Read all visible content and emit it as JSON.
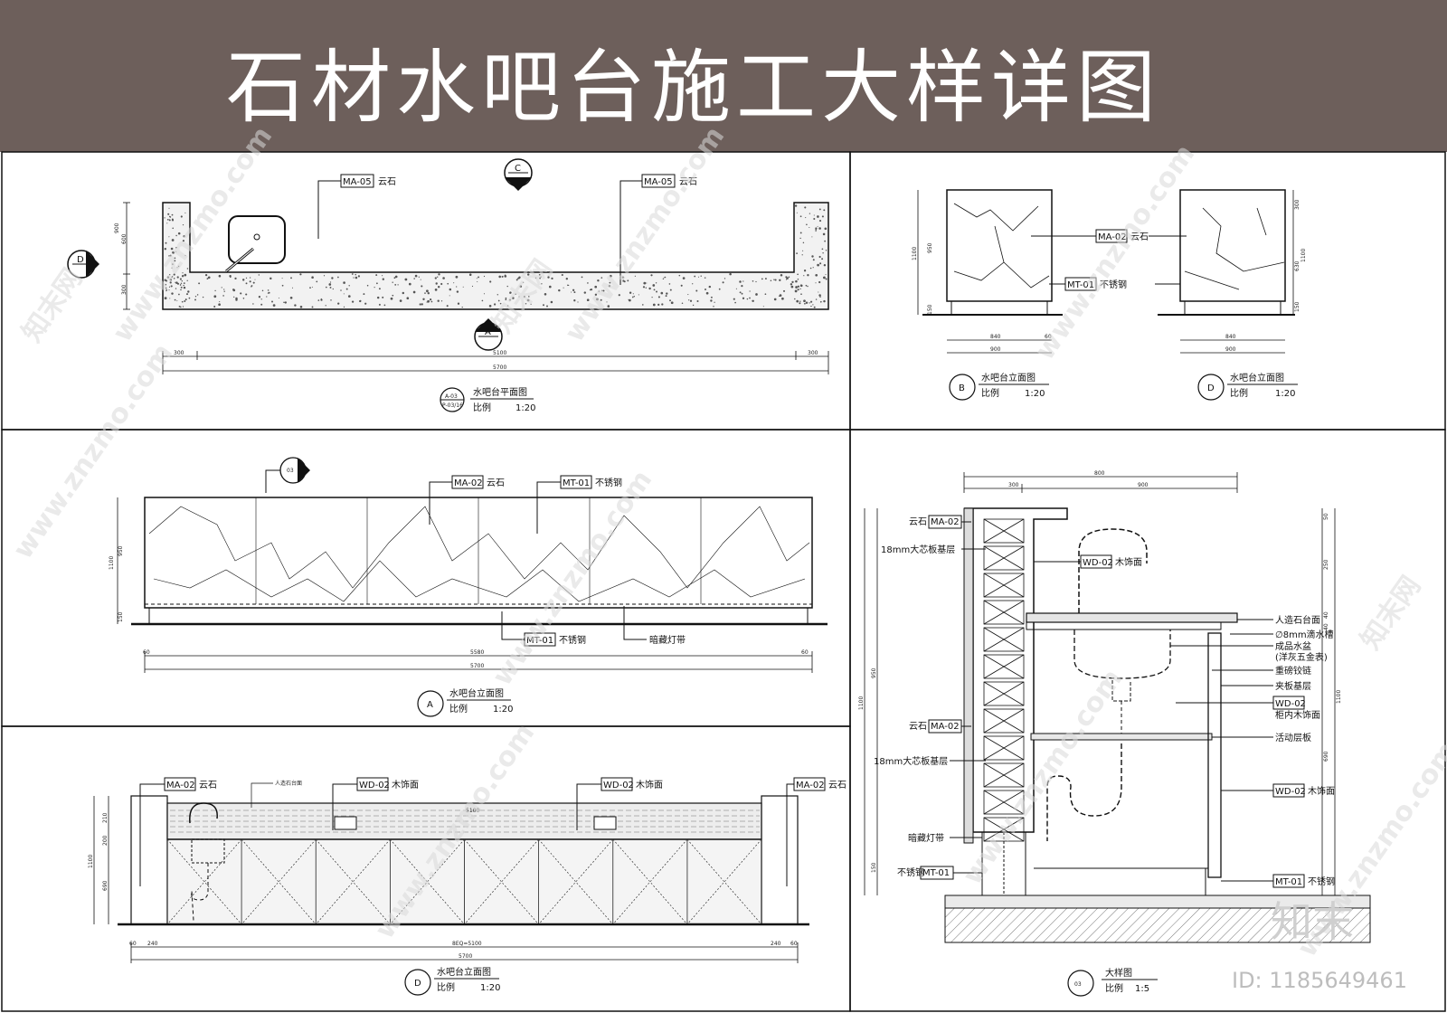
{
  "page_title": "石材水吧台施工大样详图",
  "panels": {
    "plan": {
      "title": "水吧台平面图",
      "scale_label": "比例",
      "scale": "1:20",
      "ref_top": "A-03",
      "ref_bottom": "P-03/16",
      "tags": [
        {
          "code": "MA-05",
          "text": "云石"
        },
        {
          "code": "MA-05",
          "text": "云石"
        }
      ],
      "markers": [
        "C",
        "D",
        "A"
      ],
      "dims_bottom": [
        "300",
        "5100",
        "300"
      ],
      "dims_total": "5700",
      "dims_left": [
        "900",
        "600",
        "300"
      ]
    },
    "side": {
      "views": [
        {
          "marker": "B",
          "title": "水吧台立面图",
          "scale_label": "比例",
          "scale": "1:20",
          "dims_bottom": [
            "840",
            "60"
          ],
          "dims_total": "900",
          "dims_left": [
            "1100",
            "950",
            "150"
          ]
        },
        {
          "marker": "D",
          "title": "水吧台立面图",
          "scale_label": "比例",
          "scale": "1:20",
          "dims_bottom": [
            "840"
          ],
          "dims_total": "900",
          "dims_right": [
            "300",
            "1100",
            "630",
            "150"
          ]
        }
      ],
      "tags": [
        {
          "code": "MA-02",
          "text": "云石"
        },
        {
          "code": "MT-01",
          "text": "不锈钢"
        }
      ]
    },
    "front": {
      "marker": "A",
      "title": "水吧台立面图",
      "scale_label": "比例",
      "scale": "1:20",
      "section_marker": "03",
      "tags": [
        {
          "code": "MA-02",
          "text": "云石"
        },
        {
          "code": "MT-01",
          "text": "不锈钢"
        },
        {
          "code": "MT-01",
          "text": "不锈钢"
        }
      ],
      "led_label": "暗藏灯带",
      "dims_bottom": [
        "60",
        "5580",
        "60"
      ],
      "dims_total": "5700",
      "dims_left": [
        "1100",
        "950",
        "150"
      ]
    },
    "back": {
      "marker": "D",
      "title": "水吧台立面图",
      "scale_label": "比例",
      "scale": "1:20",
      "tags": [
        {
          "code": "MA-02",
          "text": "云石"
        },
        {
          "code": "WD-02",
          "text": "木饰面"
        },
        {
          "code": "WD-02",
          "text": "木饰面"
        },
        {
          "code": "MA-02",
          "text": "云石"
        }
      ],
      "small_label": "人造石台面",
      "dims_bottom": [
        "60",
        "240",
        "8EQ=5100",
        "240",
        "60"
      ],
      "dims_total": "5700",
      "dims_left": [
        "1100",
        "210",
        "200",
        "690"
      ],
      "top_dim": "5100"
    },
    "detail": {
      "marker": "03",
      "title": "大样图",
      "scale_label": "比例",
      "scale": "1:5",
      "dims_top": [
        "300",
        "900"
      ],
      "dims_top_total": "800",
      "dims_left": [
        "1100",
        "950",
        "150"
      ],
      "dims_right": [
        "50",
        "250",
        "40",
        "40",
        "1100",
        "690"
      ],
      "left_labels": [
        {
          "pre": "云石",
          "code": "MA-02"
        },
        {
          "text": "18mm大芯板基层"
        },
        {
          "pre": "云石",
          "code": "MA-02"
        },
        {
          "text": "18mm大芯板基层"
        },
        {
          "text": "暗藏灯带"
        },
        {
          "pre": "不锈钢",
          "code": "MT-01"
        }
      ],
      "inner_tag": {
        "code": "WD-02",
        "text": "木饰面"
      },
      "right_labels": [
        {
          "text": "人造石台面"
        },
        {
          "text": "∅8mm滴水槽"
        },
        {
          "text": "成品水盆"
        },
        {
          "text": "(洋灰五金表)"
        },
        {
          "text": "重磅铰链"
        },
        {
          "text": "夹板基层"
        },
        {
          "code": "WD-02"
        },
        {
          "text": "柜内木饰面"
        },
        {
          "text": "活动层板"
        },
        {
          "code": "WD-02",
          "text": "木饰面"
        },
        {
          "code": "MT-01",
          "text": "不锈钢"
        }
      ]
    }
  },
  "watermark": {
    "brand": "知末",
    "id": "ID: 1185649461",
    "site": "www.znzmo.com",
    "site_cn": "知末网"
  },
  "colors": {
    "banner": "#6d5f5b",
    "line": "#111111",
    "watermark": "#d9d9d9"
  }
}
